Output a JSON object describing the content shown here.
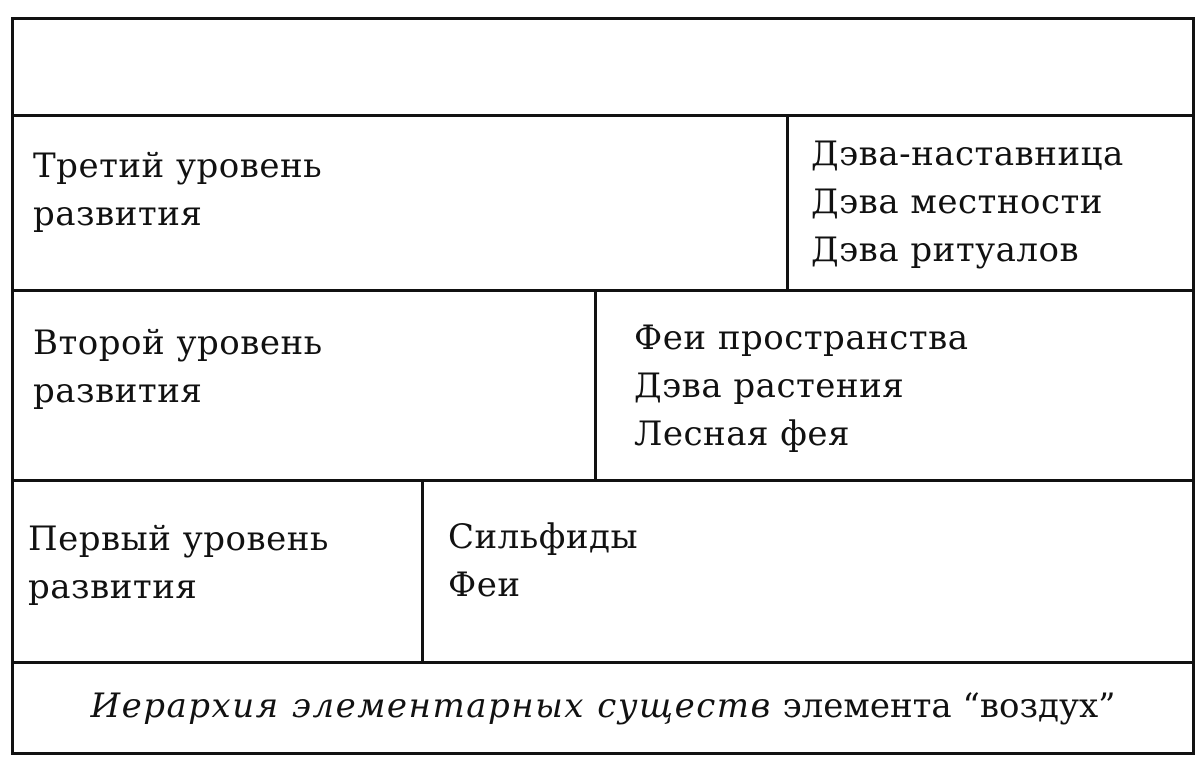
{
  "diagram": {
    "header": "",
    "levels": [
      {
        "label_line1": "Третий уровень",
        "label_line2": "развития",
        "beings": [
          "Дэва-наставница",
          "Дэва местности",
          "Дэва ритуалов"
        ]
      },
      {
        "label_line1": "Второй уровень",
        "label_line2": "развития",
        "beings": [
          "Феи пространства",
          "Дэва растения",
          "Лесная фея"
        ]
      },
      {
        "label_line1": "Первый уровень",
        "label_line2": "развития",
        "beings": [
          "Сильфиды",
          "Феи"
        ]
      }
    ],
    "caption": {
      "italic_part": "Иерархия элементарных существ",
      "plain_part": "элемента “воздух”"
    }
  }
}
